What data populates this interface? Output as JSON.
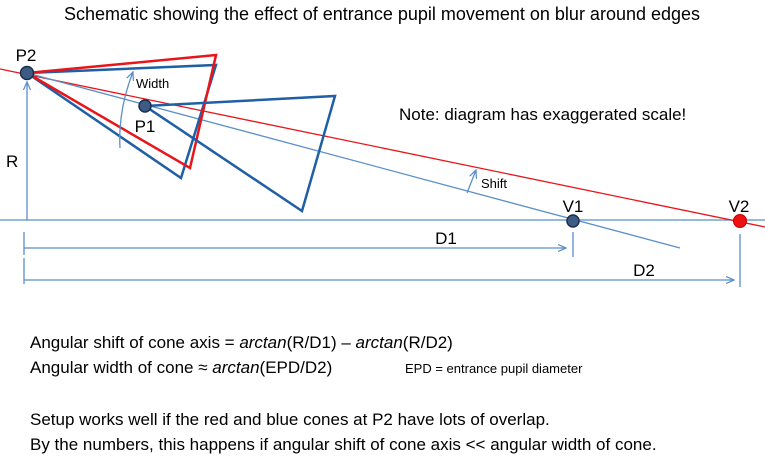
{
  "title": "Schematic showing the effect of entrance pupil movement on blur around edges",
  "labels": {
    "p2": "P2",
    "p1": "P1",
    "v1": "V1",
    "v2": "V2",
    "r": "R",
    "d1": "D1",
    "d2": "D2",
    "width": "Width",
    "shift": "Shift"
  },
  "note": "Note: diagram has exaggerated scale!",
  "equations": {
    "line1_prefix": "Angular shift of cone axis = ",
    "line1_fn1": "arctan",
    "line1_arg1": "(R/D1) – ",
    "line1_fn2": "arctan",
    "line1_arg2": "(R/D2)",
    "line2_prefix": "Angular width of cone ≈ ",
    "line2_fn": "arctan",
    "line2_arg": "(EPD/D2)",
    "epd_note": "EPD = entrance pupil diameter"
  },
  "conclusion": {
    "line1": "Setup works well if the red and blue cones at P2 have lots of overlap.",
    "line2": "By the numbers, this happens if angular shift of cone axis << angular width of cone."
  },
  "colors": {
    "red": "#e8151b",
    "blue": "#1f5fa6",
    "light_blue": "#5b8fc9",
    "dot_fill": "#3e5b86",
    "v2_dot": "#ee1111"
  }
}
